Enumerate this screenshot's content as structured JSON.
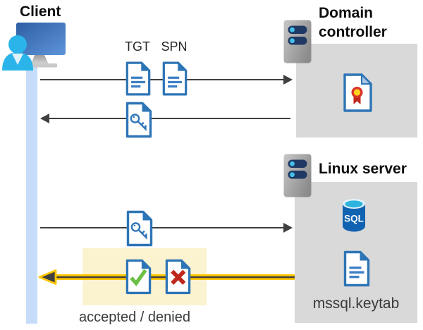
{
  "client": {
    "label": "Client"
  },
  "domain_controller": {
    "label": "Domain controller"
  },
  "linux_server": {
    "label": "Linux server",
    "database_label": "SQL",
    "keytab_file": "mssql.keytab"
  },
  "tickets": {
    "tgt": "TGT",
    "spn": "SPN"
  },
  "response": {
    "label": "accepted / denied"
  },
  "icons": {
    "client": "client-workstation-icon",
    "domain_controller": "server-icon",
    "linux_server": "server-icon",
    "tgt": "text-document-icon",
    "spn": "text-document-icon",
    "service_ticket": "key-document-icon",
    "certificate": "certificate-document-icon",
    "database": "sql-database-icon",
    "keytab": "text-document-icon",
    "accepted": "check-document-icon",
    "denied": "cross-document-icon"
  },
  "colors": {
    "document_blue": "#2e75b6",
    "timeline_blue": "#c5ddf8",
    "panel_gray": "#d9d9d9",
    "arrow_gray": "#404040",
    "highlight_yellow": "#fbf3cf",
    "arrow_yellow": "#fdc600",
    "person_cyan": "#2bb4e9",
    "check_green": "#6cbf45",
    "cross_red": "#bf271d",
    "sql_blue": "#1163b2",
    "server_bar_navy": "#1f3864"
  }
}
